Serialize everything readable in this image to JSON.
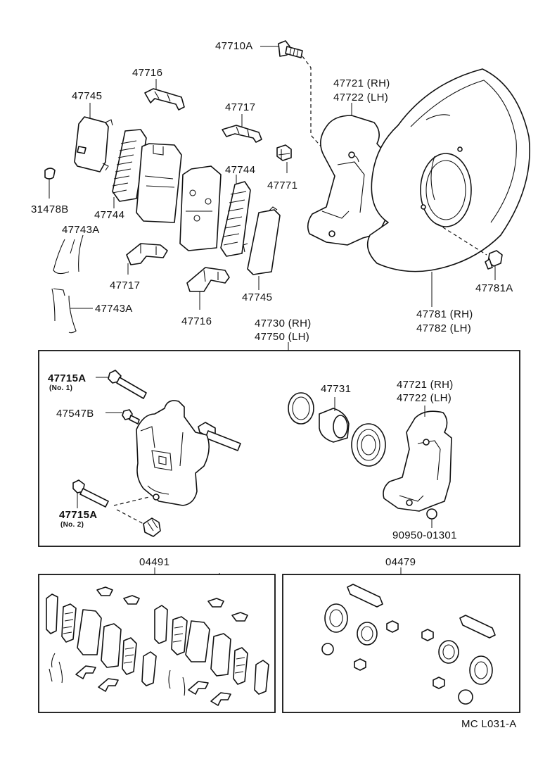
{
  "labels": {
    "p47710A": "47710A",
    "p47716_top": "47716",
    "p47745_left": "47745",
    "p47717_top": "47717",
    "p47721_top": "47721 (RH)",
    "p47722_top": "47722 (LH)",
    "p47744_mid": "47744",
    "p47771": "47771",
    "p31478B": "31478B",
    "p47744_left": "47744",
    "p47743A_top": "47743A",
    "p47717_bot": "47717",
    "p47745_right": "47745",
    "p47781A": "47781A",
    "p47743A_bot": "47743A",
    "p47716_bot": "47716",
    "p47781": "47781 (RH)",
    "p47782": "47782 (LH)",
    "p47730": "47730 (RH)",
    "p47750": "47750 (LH)",
    "p47715A_1": "47715A",
    "no1": "(No. 1)",
    "p47547B": "47547B",
    "p47731": "47731",
    "p47721_box": "47721 (RH)",
    "p47722_box": "47722 (LH)",
    "p47715A_2": "47715A",
    "no2": "(No. 2)",
    "p90950": "90950-01301",
    "p04491": "04491",
    "p04479": "04479",
    "diagram_code": "MC L031-A"
  }
}
